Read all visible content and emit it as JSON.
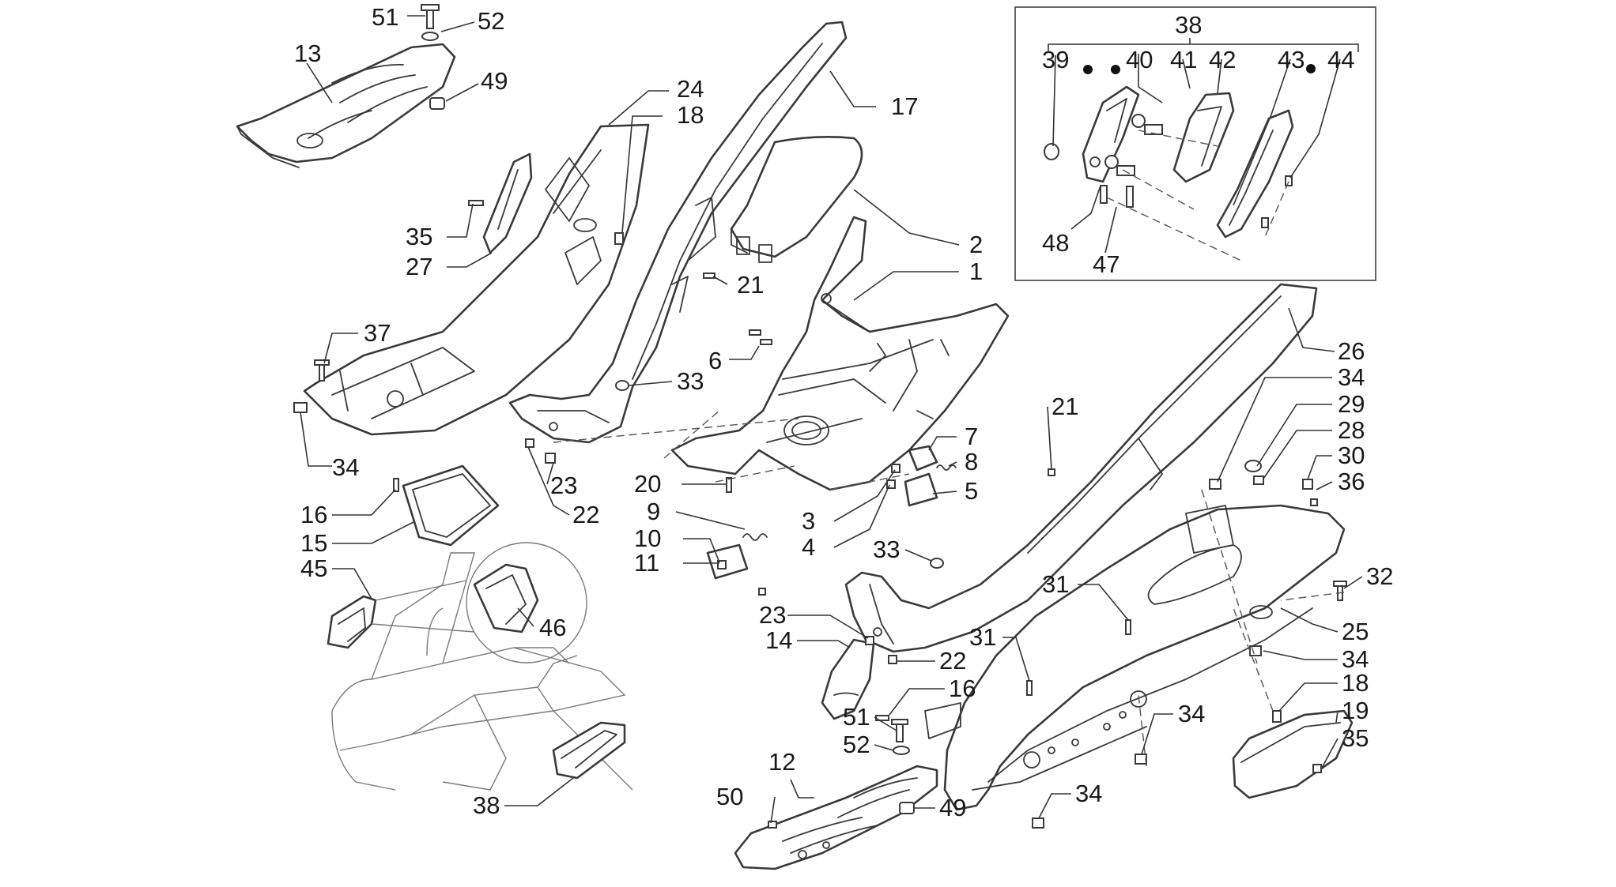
{
  "labels": {
    "l51a": "51",
    "l52a": "52",
    "l13": "13",
    "l49a": "49",
    "l24": "24",
    "l18a": "18",
    "l17": "17",
    "l35a": "35",
    "l27": "27",
    "l21a": "21",
    "l2": "2",
    "l1": "1",
    "l6": "6",
    "l33a": "33",
    "l37": "37",
    "l34a": "34",
    "l23a": "23",
    "l22a": "22",
    "l20": "20",
    "l9": "9",
    "l10": "10",
    "l11": "11",
    "l7": "7",
    "l8": "8",
    "l5": "5",
    "l3": "3",
    "l4": "4",
    "l16a": "16",
    "l15": "15",
    "l45": "45",
    "l46": "46",
    "l38a": "38",
    "l33b": "33",
    "l23b": "23",
    "l14": "14",
    "l22b": "22",
    "l16b": "16",
    "l51b": "51",
    "l52b": "52",
    "l12": "12",
    "l50": "50",
    "l49b": "49",
    "l21b": "21",
    "l26": "26",
    "l34b": "34",
    "l29": "29",
    "l28": "28",
    "l30": "30",
    "l36": "36",
    "l32": "32",
    "l31a": "31",
    "l31b": "31",
    "l25": "25",
    "l34c": "34",
    "l18b": "18",
    "l19": "19",
    "l35b": "35",
    "l34d": "34",
    "l34e": "34",
    "l38b": "38",
    "l39": "39",
    "l40": "40",
    "l41": "41",
    "l42": "42",
    "l43": "43",
    "l44": "44",
    "l48": "48",
    "l47": "47"
  }
}
